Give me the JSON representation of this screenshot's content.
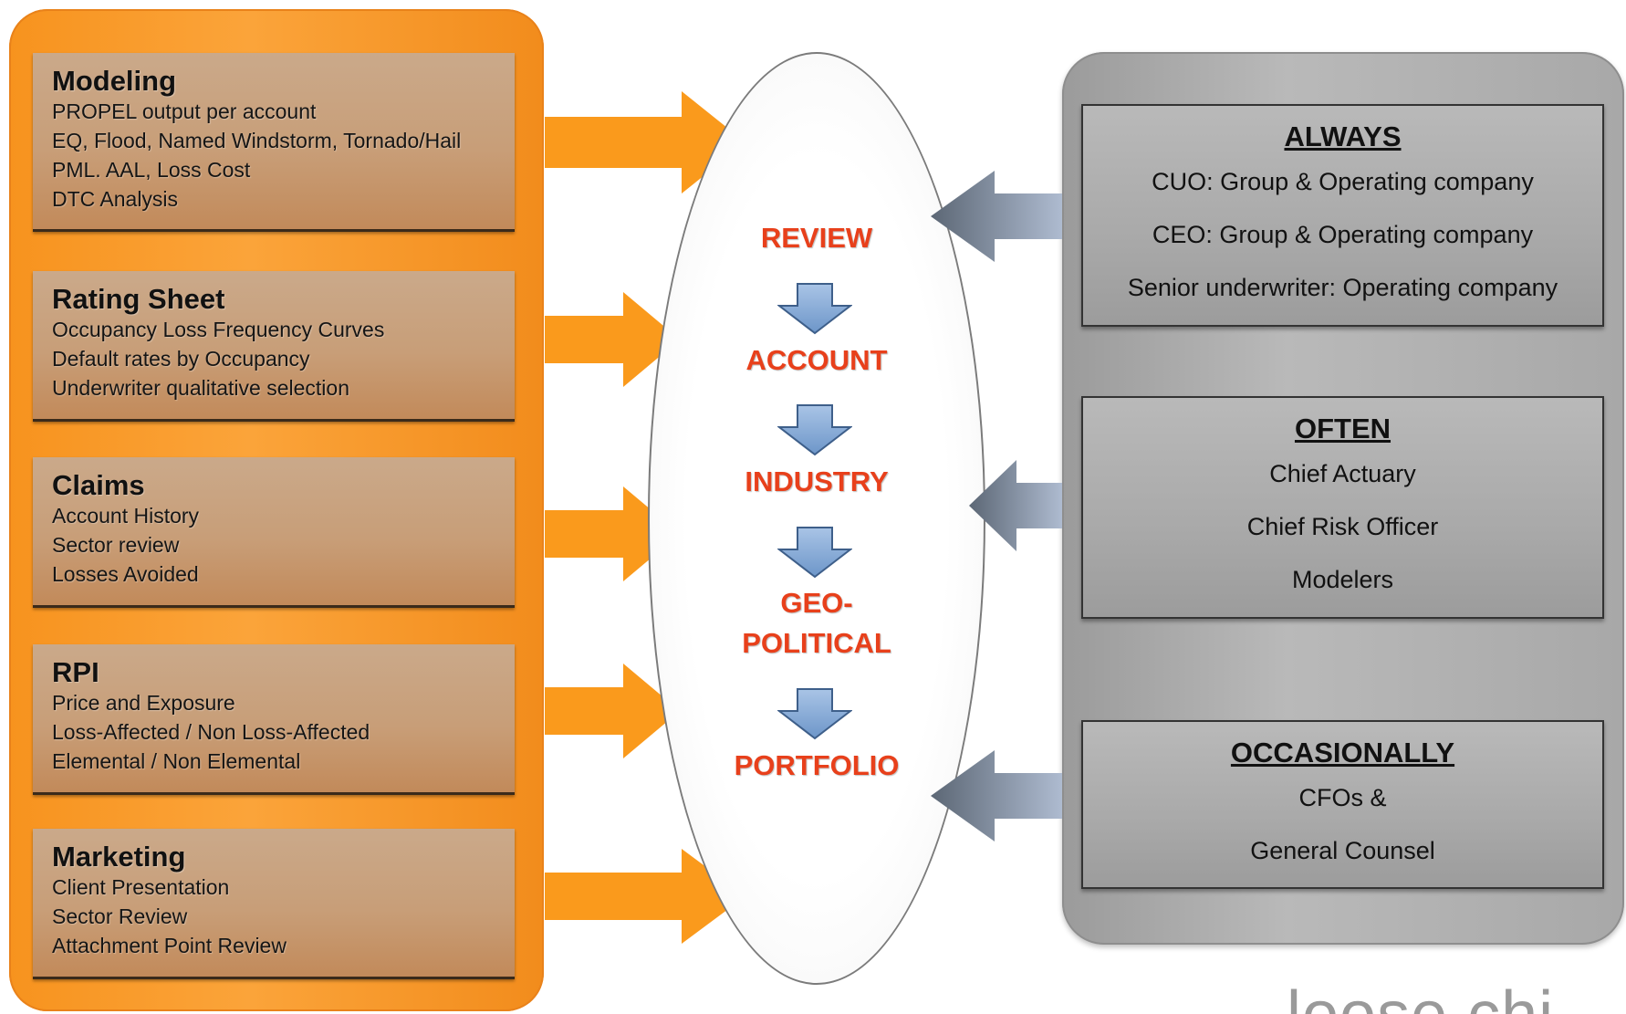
{
  "left_cards": [
    {
      "title": "Modeling",
      "lines": [
        "PROPEL output per account",
        "EQ, Flood, Named Windstorm, Tornado/Hail",
        "PML. AAL, Loss Cost",
        "DTC Analysis"
      ]
    },
    {
      "title": "Rating Sheet",
      "lines": [
        "Occupancy Loss Frequency Curves",
        "Default rates by Occupancy",
        "Underwriter qualitative selection"
      ]
    },
    {
      "title": "Claims",
      "lines": [
        "Account History",
        "Sector review",
        "Losses Avoided"
      ]
    },
    {
      "title": "RPI",
      "lines": [
        "Price and Exposure",
        "Loss-Affected / Non Loss-Affected",
        "Elemental / Non Elemental"
      ]
    },
    {
      "title": "Marketing",
      "lines": [
        "Client Presentation",
        "Sector Review",
        "Attachment Point Review"
      ]
    }
  ],
  "stages": [
    "REVIEW",
    "ACCOUNT",
    "INDUSTRY",
    "GEO-",
    "POLITICAL",
    "PORTFOLIO"
  ],
  "right_boxes": [
    {
      "title": "ALWAYS",
      "lines": [
        "CUO:  Group & Operating company",
        "CEO:  Group & Operating company",
        "Senior underwriter:  Operating company"
      ]
    },
    {
      "title": "OFTEN",
      "lines": [
        "Chief Actuary",
        "Chief Risk Officer",
        "Modelers"
      ]
    },
    {
      "title": "OCCASIONALLY",
      "lines": [
        "CFOs &",
        "General Counsel"
      ]
    }
  ],
  "logo_text": "loose chi",
  "colors": {
    "orange_panel": "#f7931e",
    "orange_arrow": "#fa9a1c",
    "stage_text": "#e8401b",
    "down_arrow": "#7fa6d6",
    "gray_panel": "#b0b0b0",
    "gray_arrow": "#6e7a8a"
  }
}
